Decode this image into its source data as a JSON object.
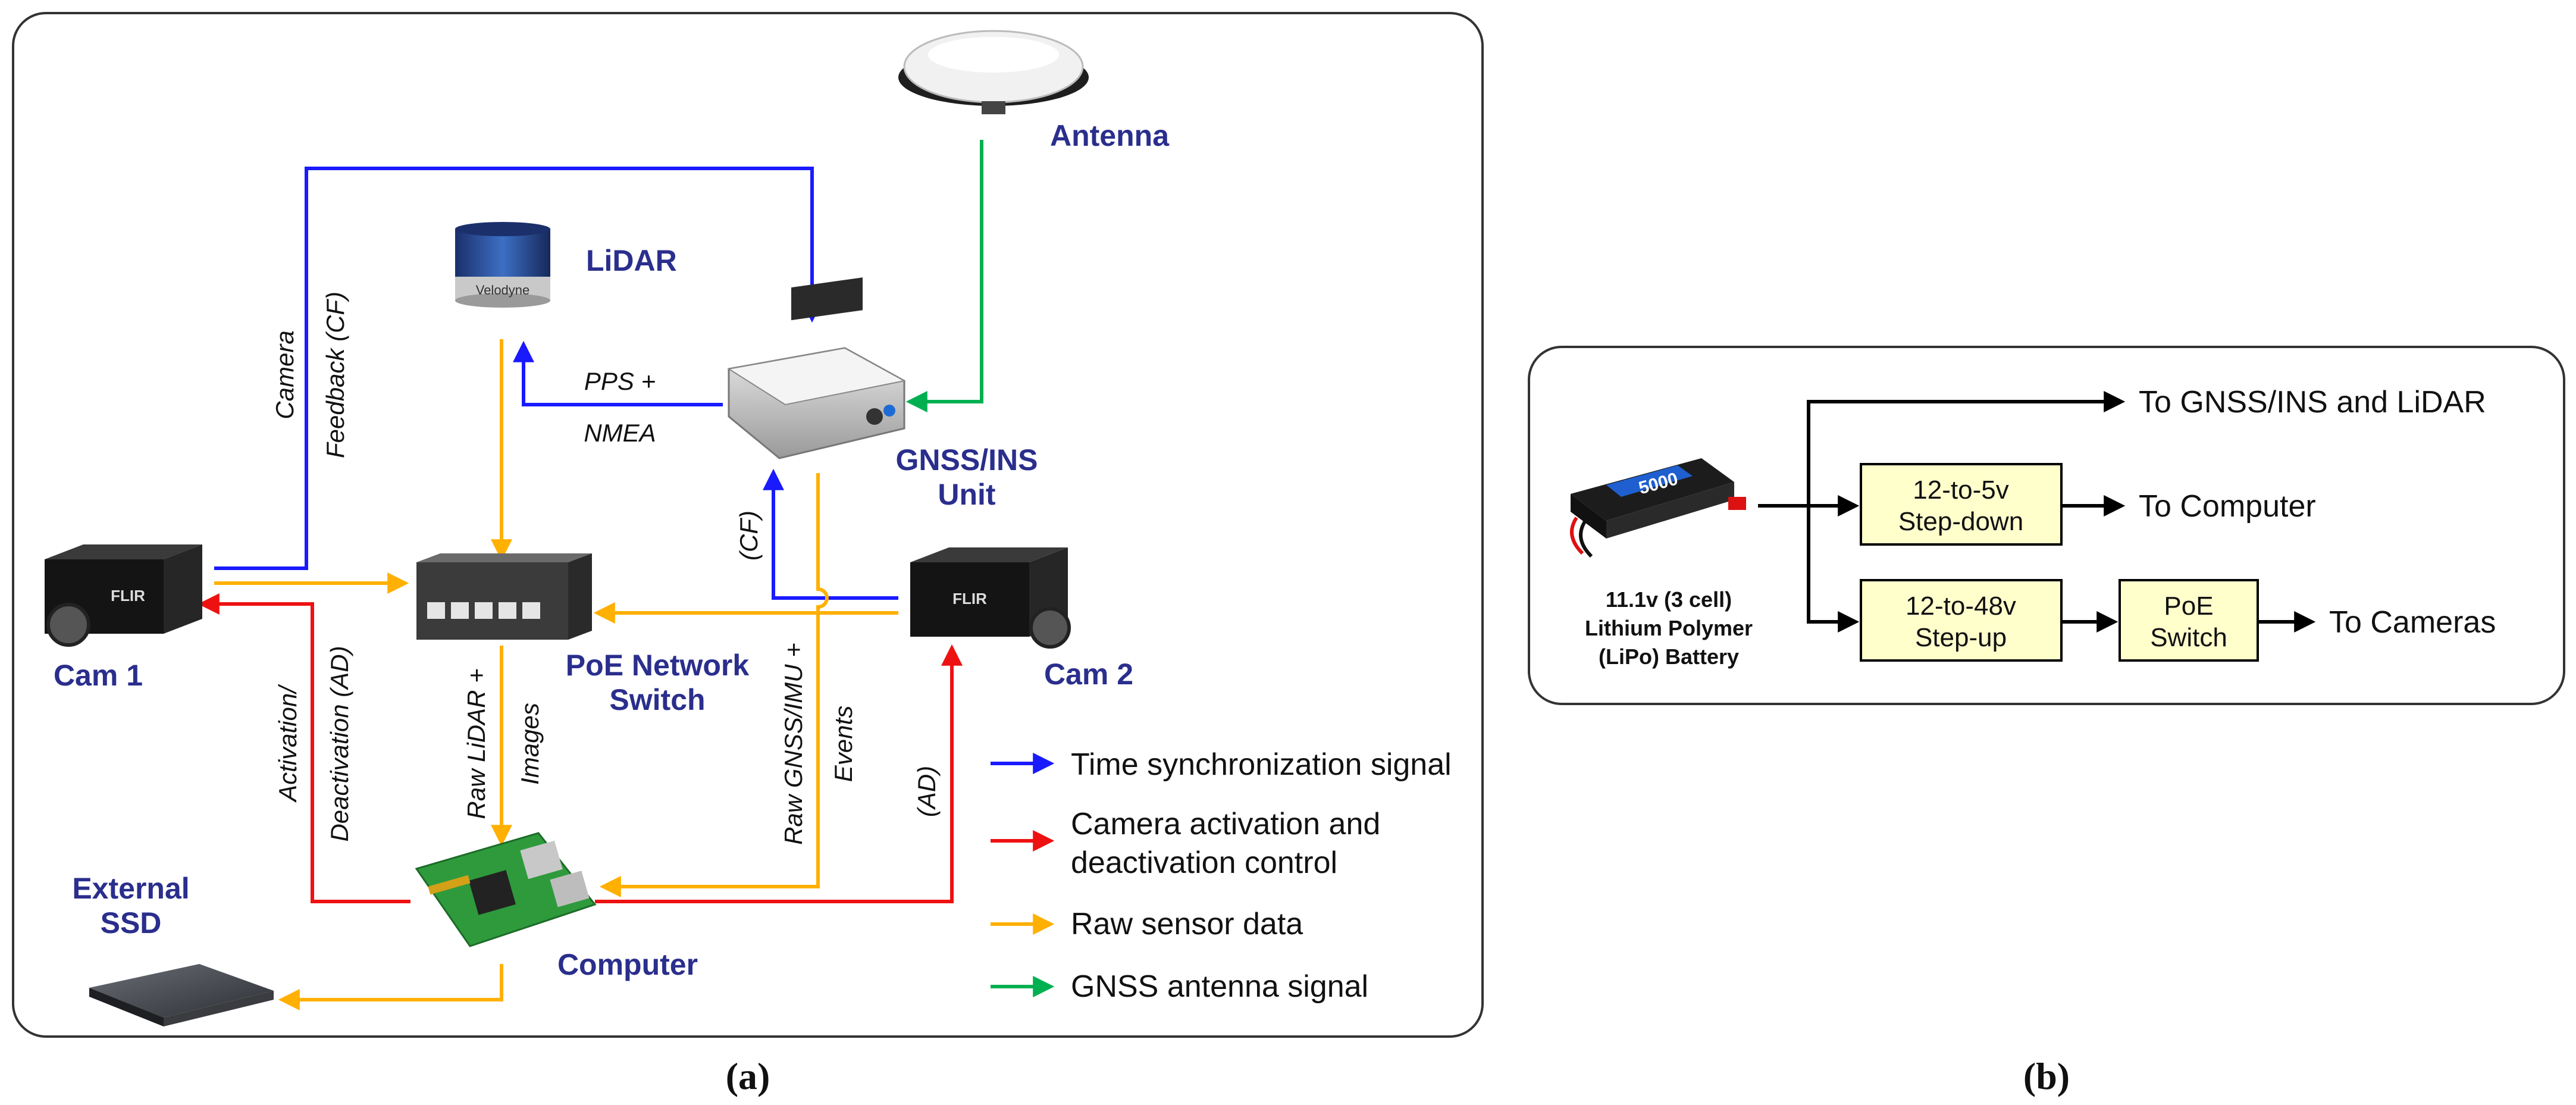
{
  "panel_a": {
    "caption": "(a)",
    "nodes": {
      "antenna": "Antenna",
      "lidar": "LiDAR",
      "gnss_ins_line1": "GNSS/INS",
      "gnss_ins_line2": "Unit",
      "cam1": "Cam 1",
      "cam2": "Cam 2",
      "poe_line1": "PoE Network",
      "poe_line2": "Switch",
      "computer": "Computer",
      "ssd_line1": "External",
      "ssd_line2": "SSD"
    },
    "edge_labels": {
      "camera": "Camera",
      "feedback_cf": "Feedback (CF)",
      "pps": "PPS +",
      "nmea": "NMEA",
      "cf": "(CF)",
      "activation": "Activation/",
      "deactivation_ad": "Deactivation (AD)",
      "raw_lidar": "Raw LiDAR +",
      "images": "Images",
      "raw_gnss": "Raw GNSS/IMU +",
      "events": "Events",
      "ad": "(AD)"
    },
    "legend": [
      {
        "label": "Time synchronization signal",
        "color": "#1a1aff"
      },
      {
        "label_line1": "Camera activation and",
        "label_line2": "deactivation control",
        "color": "#ee1111"
      },
      {
        "label": "Raw sensor data",
        "color": "#ffb000"
      },
      {
        "label": "GNSS antenna signal",
        "color": "#00b050"
      }
    ],
    "device_marks": {
      "lidar_brand": "Velodyne",
      "camera_brand": "FLIR",
      "battery_capacity": "5000"
    }
  },
  "panel_b": {
    "caption": "(b)",
    "battery_line1": "11.1v (3 cell)",
    "battery_line2": "Lithium Polymer",
    "battery_line3": "(LiPo) Battery",
    "step_down_line1": "12-to-5v",
    "step_down_line2": "Step-down",
    "step_up_line1": "12-to-48v",
    "step_up_line2": "Step-up",
    "poe_line1": "PoE",
    "poe_line2": "Switch",
    "out_gnss": "To GNSS/INS and LiDAR",
    "out_computer": "To Computer",
    "out_cameras": "To Cameras",
    "box_fill": "#ffffcc"
  },
  "colors": {
    "sync": "#1a1aff",
    "control": "#ee1111",
    "data": "#ffb000",
    "antenna": "#00b050",
    "node_label": "#2a2e8c"
  }
}
